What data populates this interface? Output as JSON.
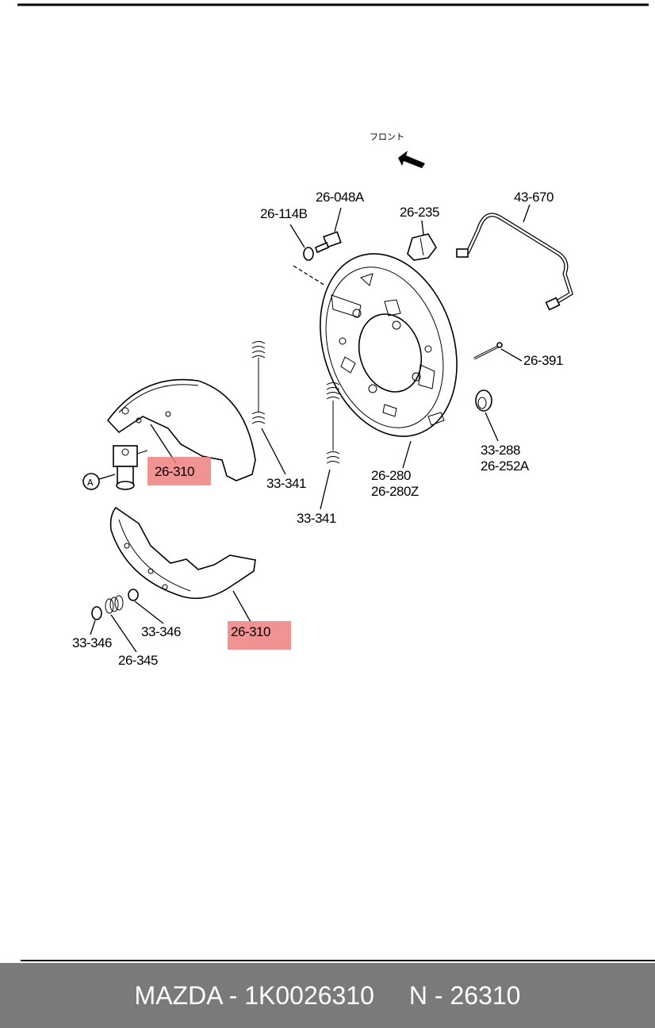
{
  "diagram": {
    "front_label": "フロント",
    "labels": {
      "p26_048A": "26-048A",
      "p26_114B": "26-114B",
      "p26_235": "26-235",
      "p43_670": "43-670",
      "p26_391": "26-391",
      "p33_288": "33-288",
      "p26_252A": "26-252A",
      "p26_280": "26-280",
      "p26_280Z": "26-280Z",
      "p33_341_a": "33-341",
      "p33_341_b": "33-341",
      "p26_310_a": "26-310",
      "p26_310_b": "26-310",
      "p33_346_a": "33-346",
      "p33_346_b": "33-346",
      "p26_345": "26-345",
      "callout_a": "A"
    },
    "highlight_color": "#f08080"
  },
  "footer": {
    "brand_part": "MAZDA - 1K0026310",
    "ref": "N - 26310",
    "background": "#7a7a7a"
  }
}
